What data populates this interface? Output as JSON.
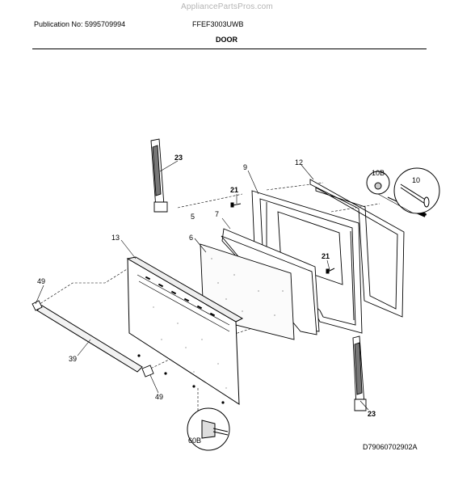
{
  "header": {
    "watermark": "AppliancePartsPros.com",
    "publication": "Publication No: 5995709994",
    "model": "FFEF3003UWB",
    "section_title": "DOOR"
  },
  "footer": {
    "drawing_number": "D79060702902A"
  },
  "callouts": {
    "hinge_top": "23",
    "hinge_bottom": "23",
    "inner_door": "9",
    "door_gasket": "12",
    "washer_callout": "10B",
    "screw_callout": "10",
    "screw_top": "21",
    "screw_mid": "21",
    "glass_pack": "5",
    "inner_glass": "7",
    "insulation": "6",
    "outer_door": "13",
    "trim_end_top": "49",
    "trim_end_bottom": "49",
    "handle_trim": "39",
    "screw_detail": "60B"
  }
}
